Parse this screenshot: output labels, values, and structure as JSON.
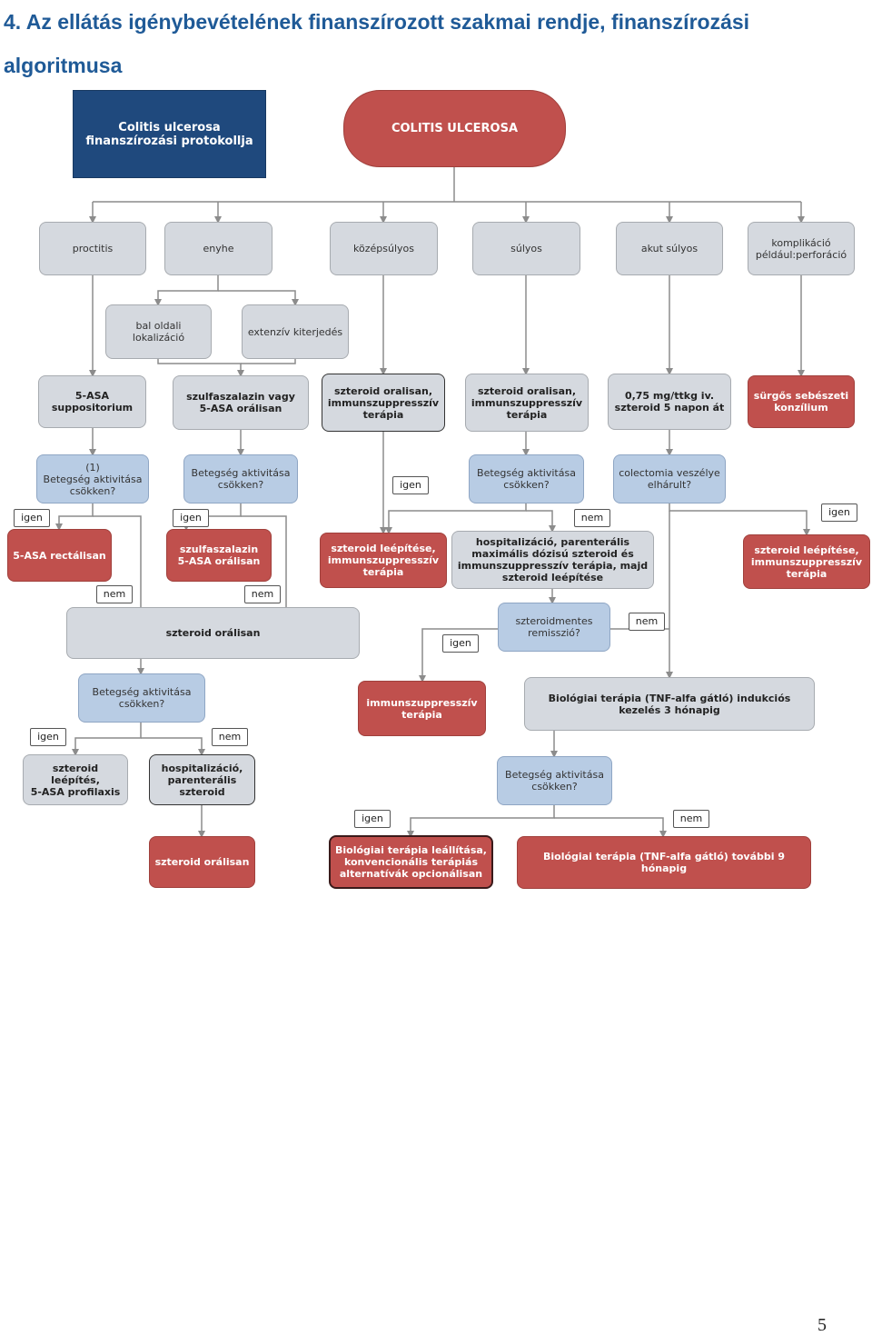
{
  "title": "4. Az ellátás igénybevételének  finanszírozott szakmai rendje, finanszírozási algoritmusa",
  "page_number": "5",
  "nodes": {
    "protocol_box": "Colitis ulcerosa\nfinanszírozási protokollja",
    "main": "COLITIS ULCEROSA",
    "proctitis": "proctitis",
    "enyhe": "enyhe",
    "kozepsulyos": "középsúlyos",
    "sulyos": "súlyos",
    "akut_sulyos": "akut súlyos",
    "komplikacio": "komplikáció\npéldául:perforáció",
    "bal_oldali": "bal oldali\nlokalizáció",
    "extenziv": "extenzív kiterjedés",
    "asa_supp": "5-ASA\nsuppositorium",
    "szulfa_vagy": "szulfaszalazin vagy\n5-ASA orálisan",
    "szteroid_immun_1": "szteroid oralisan,\nimmunszuppresszív\nterápia",
    "szteroid_immun_2": "szteroid oralisan,\nimmunszuppresszív\nterápia",
    "iv_szteroid": "0,75 mg/ttkg iv.\nszteroid 5 napon át",
    "sebeszeti": "sürgős sebészeti\nkonzílium",
    "q1": "(1)\nBetegség aktivitása\ncsökken?",
    "q2": "Betegség aktivitása\ncsökken?",
    "q3": "Betegség aktivitása\ncsökken?",
    "q4": "colectomia veszélye\nelhárult?",
    "asa_rect": "5-ASA rectálisan",
    "szulfa_oral": "szulfaszalazin\n5-ASA orálisan",
    "leepites_immun_1": "szteroid leépítése,\nimmunszuppresszív\nterápia",
    "hospital_1": "hospitalizáció, parenterális\nmaximális dózisú szteroid és\nimmunszuppresszív terápia, majd\nszteroid leépítése",
    "leepites_immun_2": "szteroid leépítése,\nimmunszuppresszív\nterápia",
    "szteroid_oral_1": "szteroid orálisan",
    "remisszio": "szteroidmentes\nremisszió?",
    "q5": "Betegség aktivitása\ncsökken?",
    "immun": "immunszuppresszív\nterápia",
    "bio_indukcio": "Biológiai terápia (TNF-alfa gátló) indukciós\nkezelés 3 hónapig",
    "leepites_asa": "szteroid leépítés,\n5-ASA profilaxis",
    "hospital_2": "hospitalizáció,\nparenterális\nszteroid",
    "q6": "Betegség aktivitása\ncsökken?",
    "szteroid_oral_2": "szteroid orálisan",
    "bio_leallitas": "Biológiai terápia leállítása,\nkonvencionális terápiás\nalternatívák opcionálisan",
    "bio_tovabbi": "Biológiai terápia (TNF-alfa gátló) további 9 hónapig"
  },
  "labels": {
    "l1": "igen",
    "l2": "igen",
    "l3": "igen",
    "l4": "nem",
    "l5": "igen",
    "l6": "nem",
    "l7": "nem",
    "l8": "igen",
    "l9": "nem",
    "l10": "igen",
    "l11": "nem",
    "l12": "igen",
    "l13": "nem"
  },
  "colors": {
    "red": "#c0504d",
    "gray": "#d5d9df",
    "blue": "#b8cce4",
    "navy": "#1f497d",
    "title": "#1f5a97",
    "line": "#8c8c8c"
  }
}
